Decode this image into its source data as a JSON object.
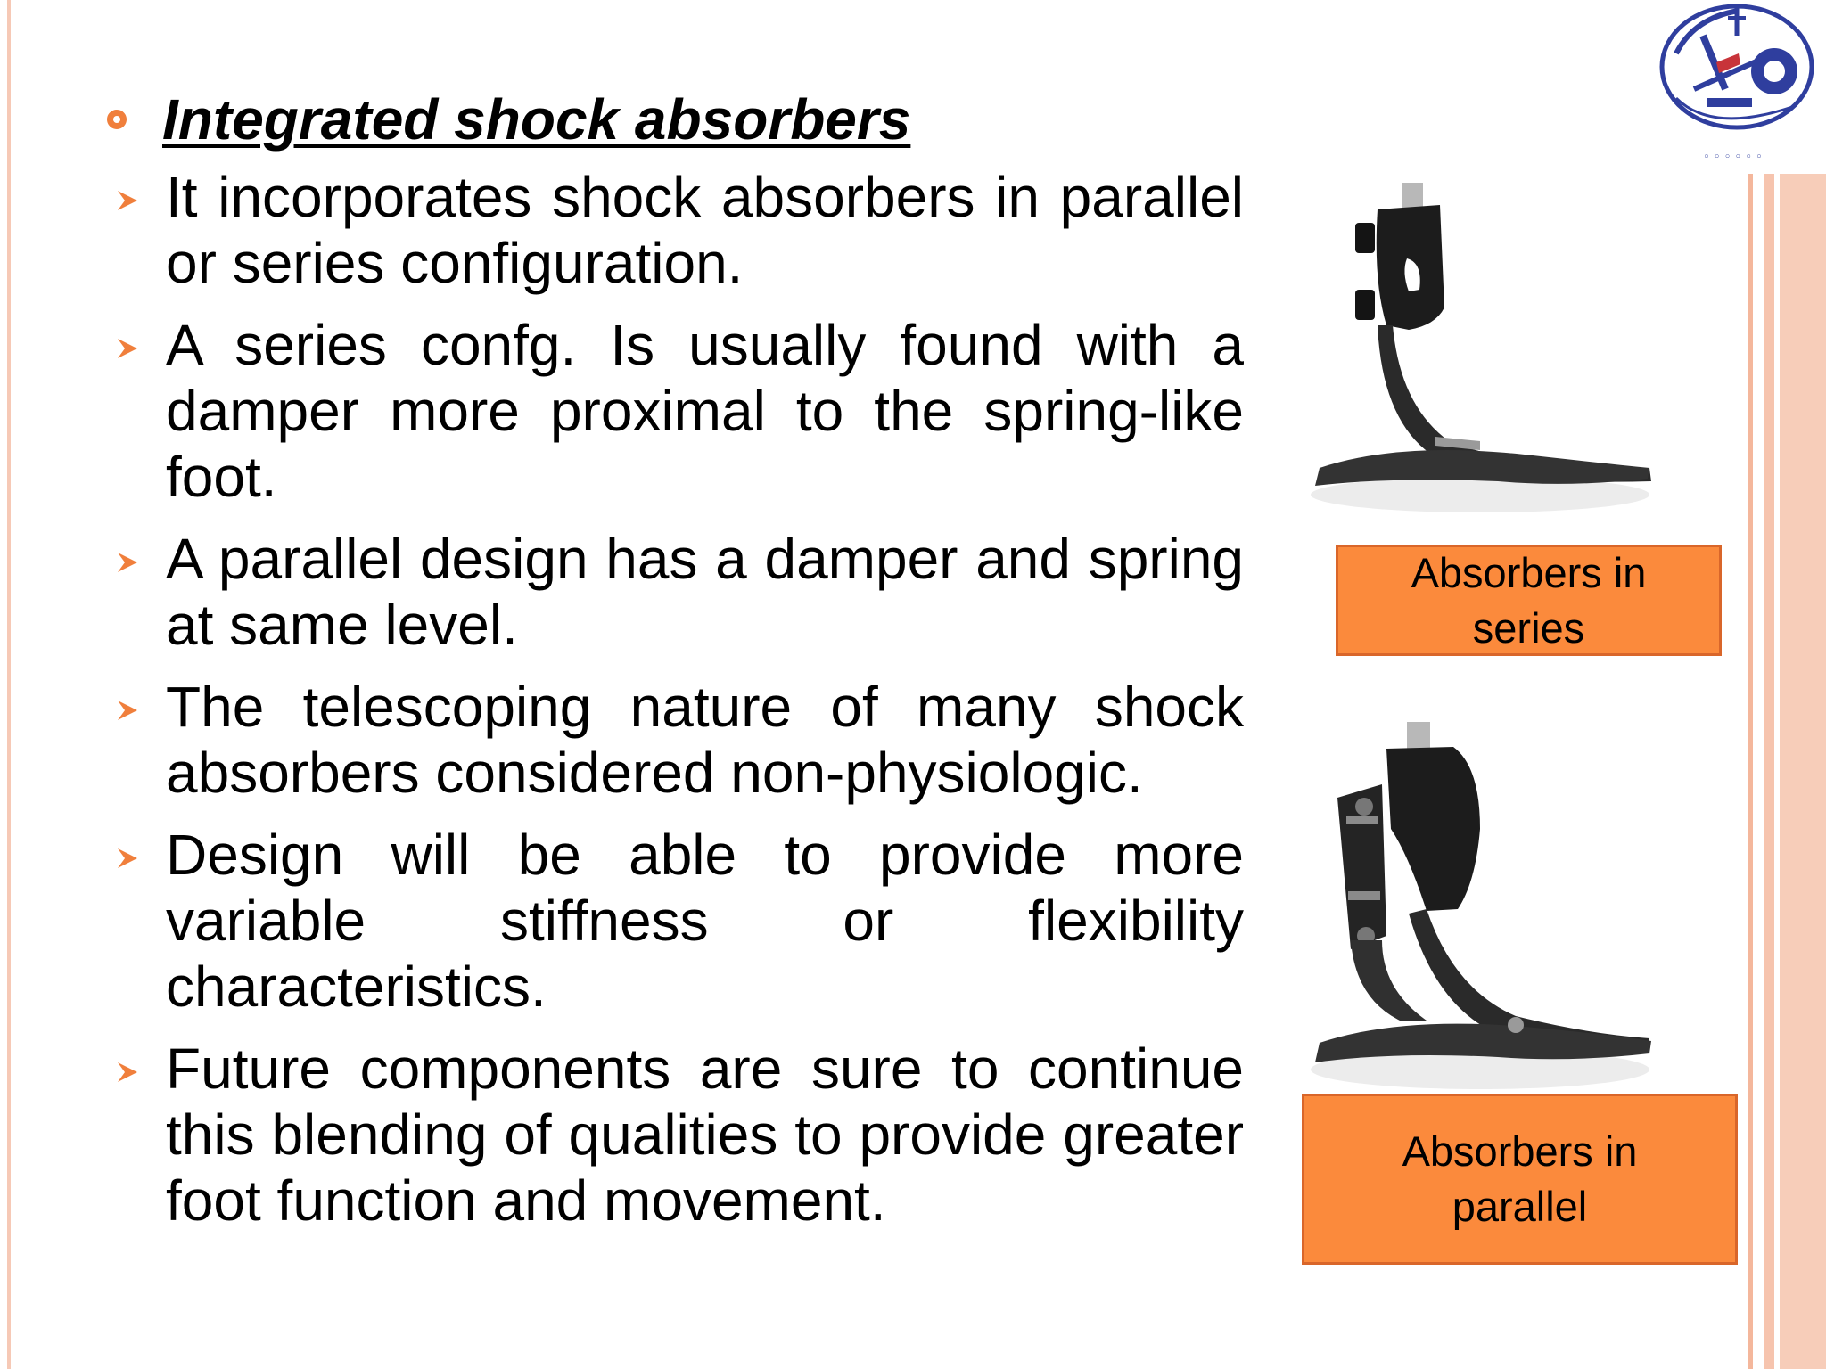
{
  "slide": {
    "heading": "Integrated shock absorbers",
    "bullets": [
      "It incorporates shock absorbers in parallel or series configuration.",
      "A series confg. Is usually found with a damper more proximal to the spring-like foot.",
      "A parallel design has a damper and spring at same level.",
      "The telescoping nature of many shock absorbers considered non-physiologic.",
      "Design will be able to provide more variable stiffness or flexibility characteristics.",
      "Future components are sure to continue this blending of qualities to provide greater foot function and movement."
    ],
    "captions": {
      "series_line1": "Absorbers in",
      "series_line2": "series",
      "parallel_line1": "Absorbers in",
      "parallel_line2": "parallel"
    }
  },
  "colors": {
    "accent": "#f07f3c",
    "caption_fill": "#fb8a3c",
    "stripe": "#f6c4ae"
  },
  "icons": {
    "heading_bullet": "ring-bullet-icon",
    "list_bullet": "arrow-bullet-icon",
    "logo": "institute-logo"
  }
}
